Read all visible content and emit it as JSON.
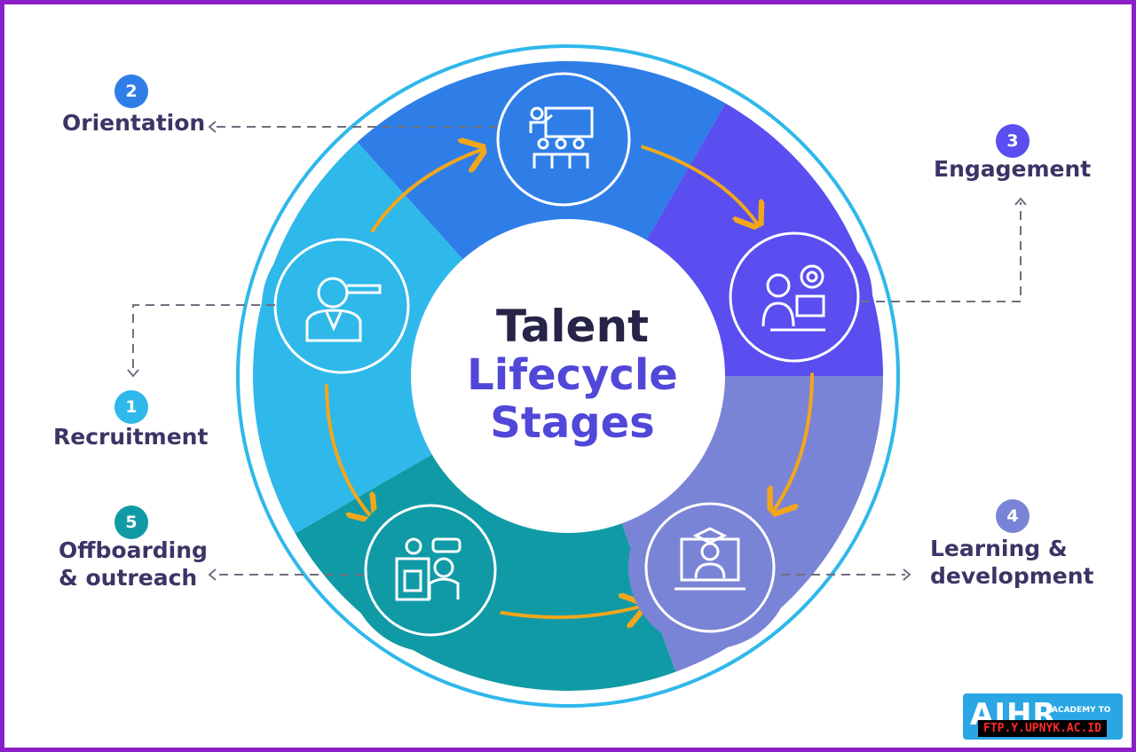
{
  "diagram": {
    "title_lines": [
      "Talent",
      "Lifecycle",
      "Stages"
    ],
    "stages": [
      {
        "number": "1",
        "label": "Recruitment",
        "icon": "recruitment-magnifier-person-icon"
      },
      {
        "number": "2",
        "label": "Orientation",
        "icon": "orientation-presentation-icon"
      },
      {
        "number": "3",
        "label": "Engagement",
        "icon": "engagement-target-icon"
      },
      {
        "number": "4",
        "label": "Learning &\ndevelopment",
        "icon": "learning-graduate-laptop-icon"
      },
      {
        "number": "5",
        "label": "Offboarding\n& outreach",
        "icon": "offboarding-meeting-icon"
      }
    ]
  },
  "colors": {
    "frame": "#8a1fc9",
    "recruitment": "#2fb8ea",
    "orientation": "#2f7ee8",
    "engagement": "#5a4ef0",
    "learning": "#7a84d6",
    "offboarding": "#109aa6",
    "arrow": "#f2a71b",
    "title_dark": "#262447",
    "title_accent": "#5147d8"
  },
  "logo": {
    "mark": "AIHR",
    "tagline": "ACADEMY TO"
  },
  "watermark": "FTP.Y.UPNYK.AC.ID"
}
